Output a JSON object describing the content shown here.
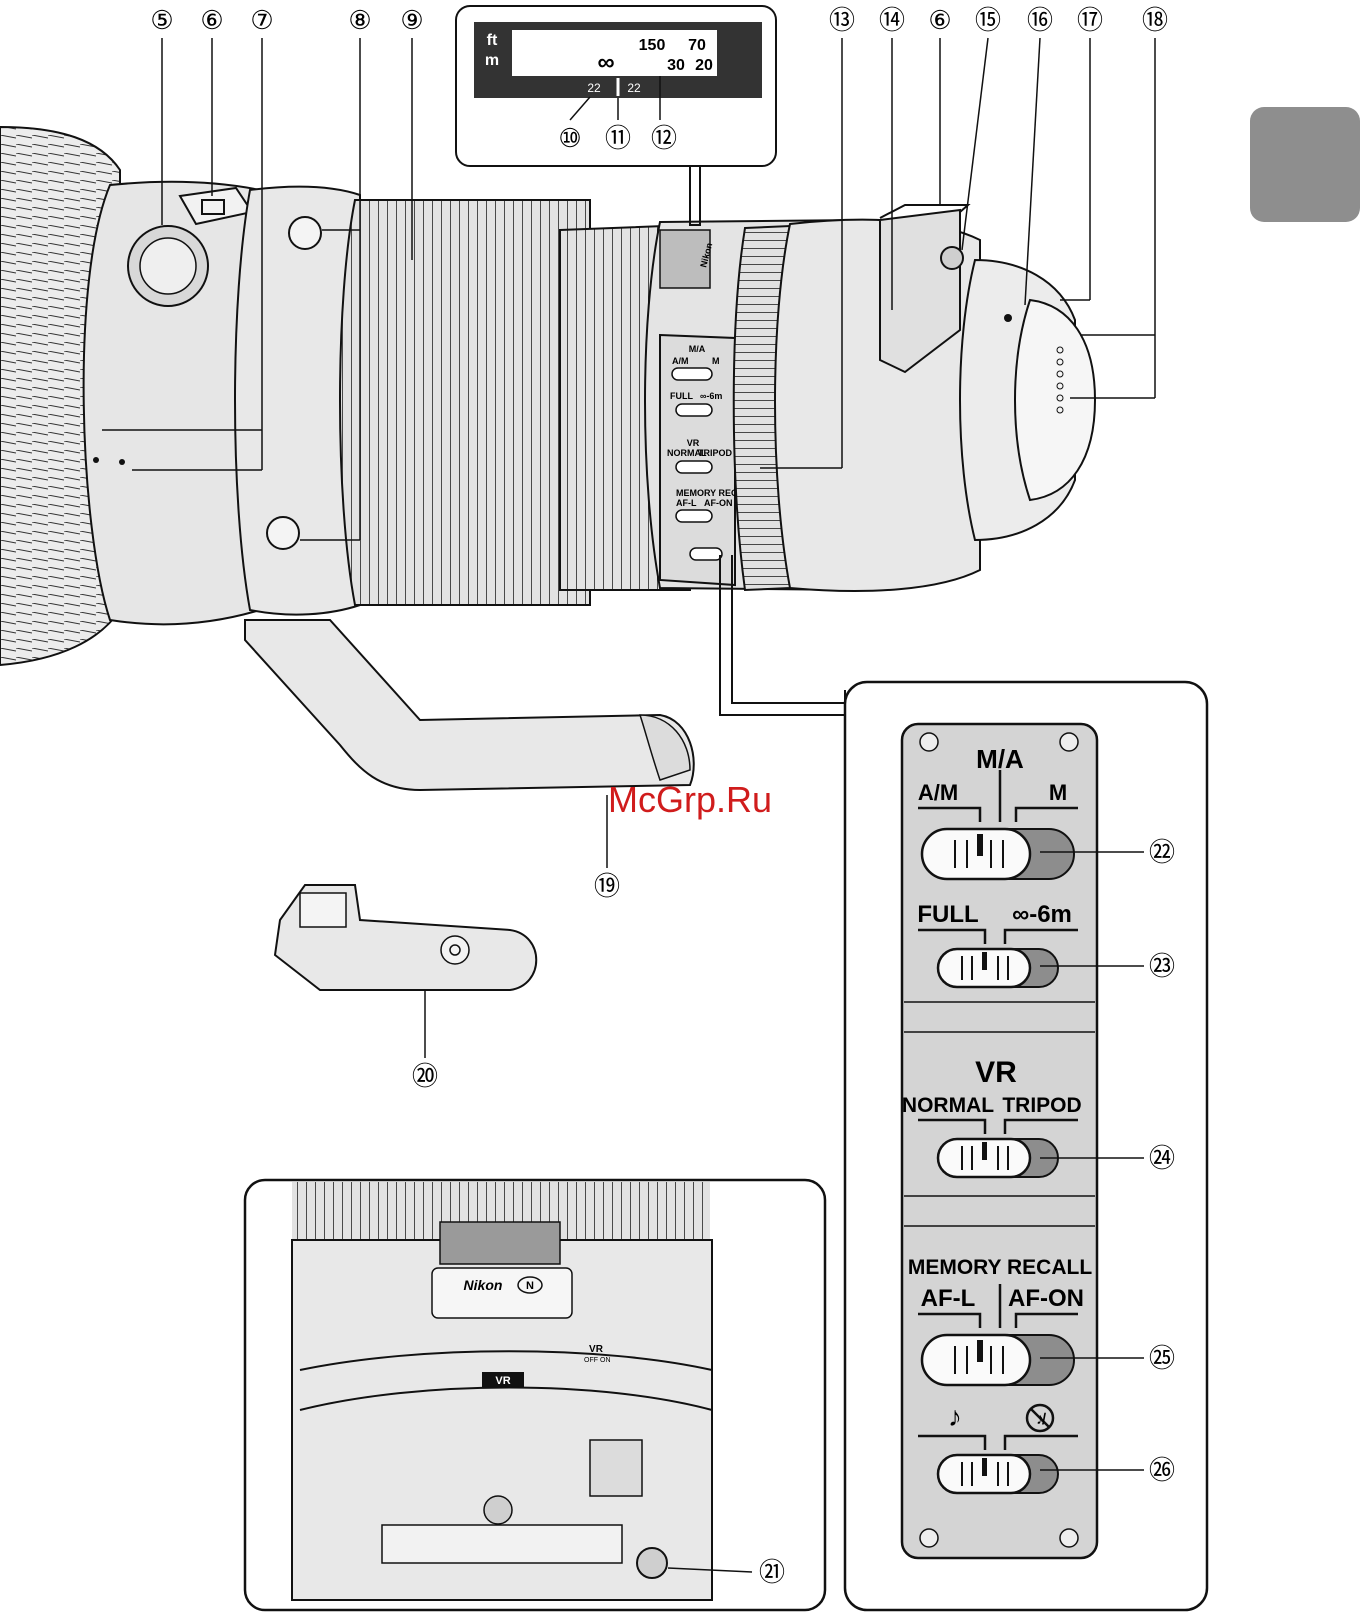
{
  "page": {
    "watermark": "McGrp.Ru",
    "accent_tab_color": "#8e8e8e",
    "lens_color": "#e6e6e6",
    "switch_panel_color": "#d4d4d4",
    "watermark_color": "#d01c1c"
  },
  "callouts": {
    "n5": "⑤",
    "n6": "⑥",
    "n7": "⑦",
    "n8": "⑧",
    "n9": "⑨",
    "n10": "⑩",
    "n11": "⑪",
    "n12": "⑫",
    "n13": "⑬",
    "n14": "⑭",
    "n6b": "⑥",
    "n15": "⑮",
    "n16": "⑯",
    "n17": "⑰",
    "n18": "⑱",
    "n19": "⑲",
    "n20": "⑳",
    "n21": "㉑",
    "n22": "㉒",
    "n23": "㉓",
    "n24": "㉔",
    "n25": "㉕",
    "n26": "㉖"
  },
  "distance_scale": {
    "unit_ft": "ft",
    "unit_m": "m",
    "ft_150": "150",
    "ft_70": "70",
    "m_30": "30",
    "m_20": "20",
    "infinity": "∞",
    "depth_left": "22",
    "depth_right": "22"
  },
  "lens_print": {
    "brand": "Nikon",
    "vr_badge": "VR"
  },
  "switch_panel": {
    "focus_mode": {
      "top": "M/A",
      "left": "A/M",
      "right": "M"
    },
    "focus_limit": {
      "left": "FULL",
      "right": "∞-6m"
    },
    "vr_mode": {
      "title": "VR",
      "left": "NORMAL",
      "right": "TRIPOD"
    },
    "memory": {
      "title": "MEMORY RECALL",
      "left": "AF-L",
      "right": "AF-ON"
    },
    "sound": {
      "left": "♪",
      "right": "♪̸"
    }
  },
  "small_panel": {
    "focus_top": "M/A",
    "focus_left": "A/M",
    "focus_right": "M",
    "limit_left": "FULL",
    "limit_right": "∞-6m",
    "vr_title": "VR",
    "vr_left": "NORMAL",
    "vr_right": "TRIPOD",
    "mem_title": "MEMORY RECALL",
    "mem_left": "AF-L",
    "mem_right": "AF-ON"
  },
  "inset_bottom": {
    "brand": "Nikon",
    "n_mark": "N",
    "vr_label": "VR",
    "vr_off": "OFF",
    "vr_on": "ON",
    "vr_badge": "VR"
  }
}
